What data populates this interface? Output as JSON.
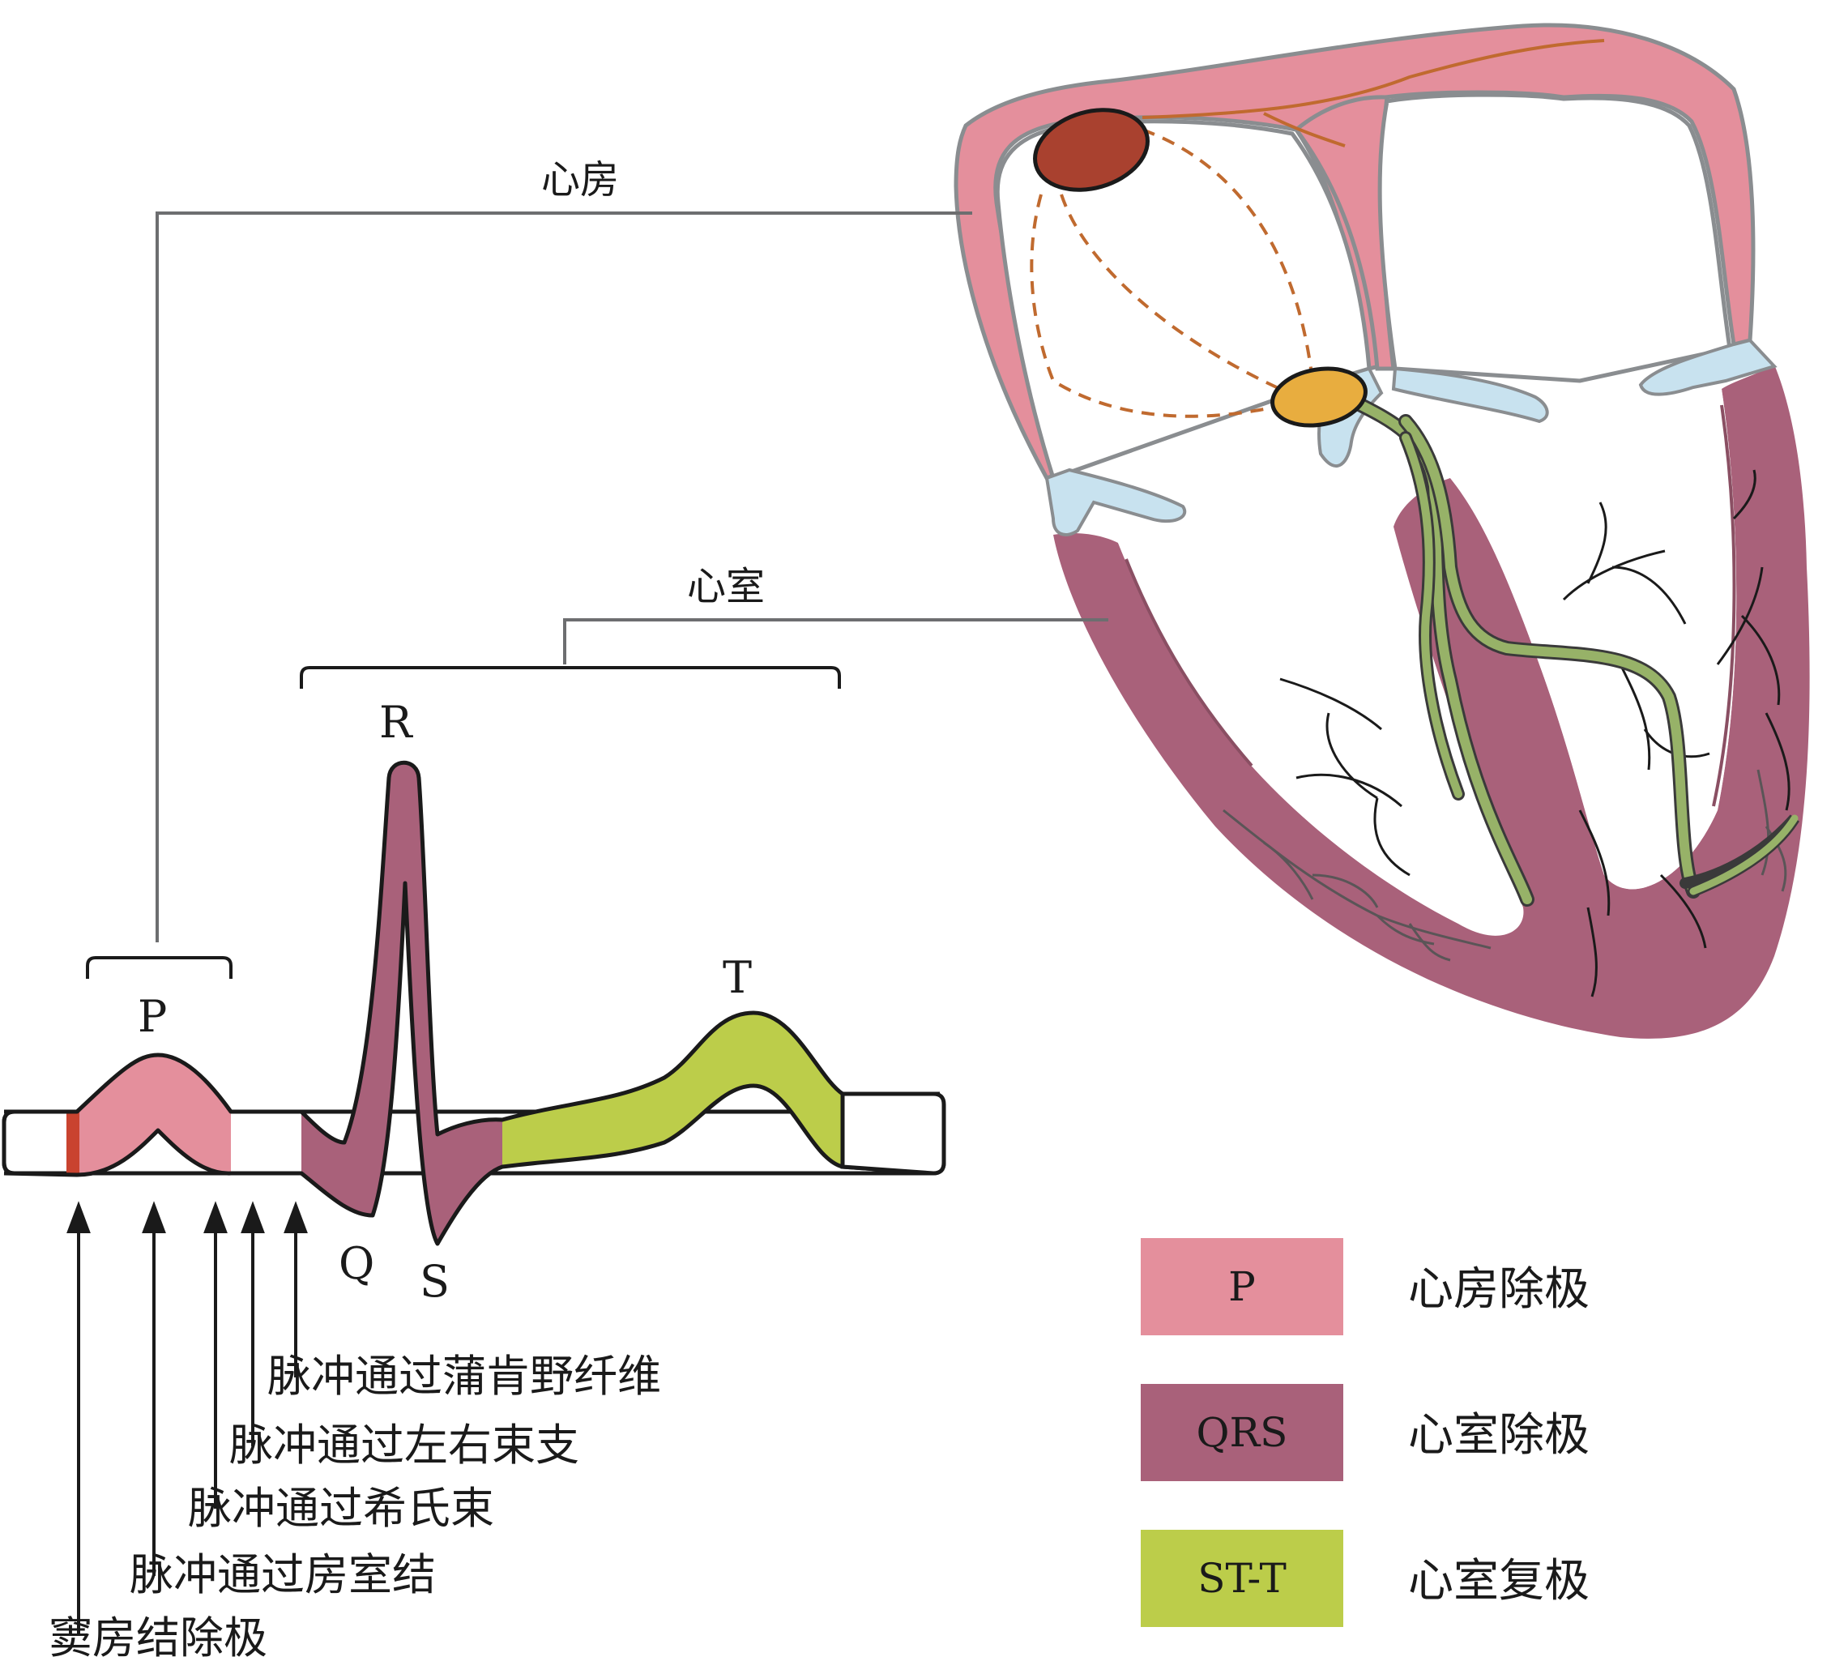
{
  "labels": {
    "atrium": "心房",
    "ventricle": "心室",
    "wave_p": "P",
    "wave_r": "R",
    "wave_q": "Q",
    "wave_s": "S",
    "wave_t": "T"
  },
  "events": [
    "脉冲通过蒲肯野纤维",
    "脉冲通过左右束支",
    "脉冲通过希氏束",
    "脉冲通过房室结",
    "窦房结除极"
  ],
  "legend": [
    {
      "key": "P",
      "desc": "心房除极",
      "color": "#e48f9c"
    },
    {
      "key": "QRS",
      "desc": "心室除极",
      "color": "#a9617a"
    },
    {
      "key": "ST-T",
      "desc": "心室复极",
      "color": "#bccd4a"
    }
  ],
  "colors": {
    "atrial_wall": "#e48f9c",
    "ventricular_wall": "#a9617a",
    "valve": "#c8e2ef",
    "sa_node": "#a9412f",
    "av_node": "#e8ad3f",
    "conduction_path": "#c06a2f",
    "bundle": "#97b268",
    "sinus_bar": "#c9432f",
    "outline": "#000000",
    "leader": "#6d6e70"
  }
}
